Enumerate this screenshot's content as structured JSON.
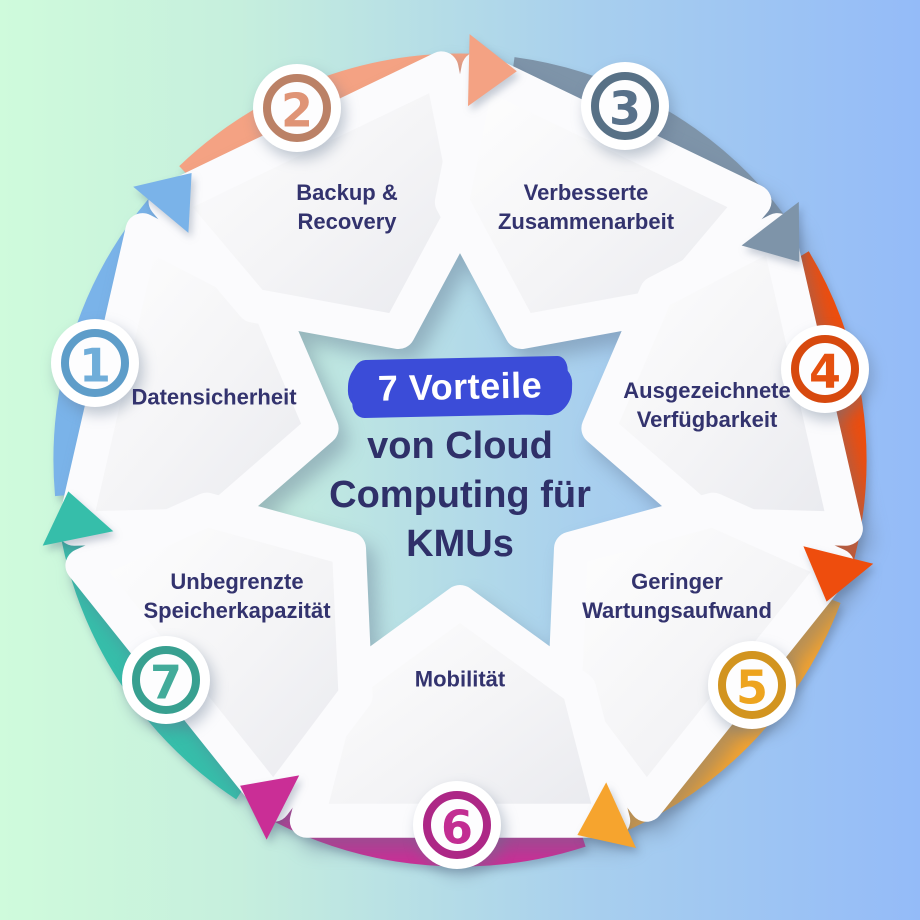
{
  "title": {
    "highlight": "7 Vorteile",
    "line1": "von Cloud",
    "line2": "Computing für",
    "line3": "KMUs",
    "highlight_bg": "#3b4cd8",
    "highlight_color": "#ffffff",
    "text_color": "#2f3069"
  },
  "background": {
    "left": "#cffbdc",
    "right": "#94bbf8"
  },
  "label_color": "#33336e",
  "petal_fill": "#ffffff",
  "petal_fill_shade": "#e8e9ee",
  "segments": [
    {
      "number": "1",
      "label": "Datensicherheit",
      "lines": [
        "Datensicherheit"
      ],
      "ring_color": "#5e9dc9",
      "number_color": "#6fadd9",
      "arrow_color": "#7ab3e9"
    },
    {
      "number": "2",
      "label": "Backup & Recovery",
      "lines": [
        "Backup &",
        "Recovery"
      ],
      "ring_color": "#bb8166",
      "number_color": "#df9476",
      "arrow_color": "#f4a283"
    },
    {
      "number": "3",
      "label": "Verbesserte Zusammenarbeit",
      "lines": [
        "Verbesserte",
        "Zusammenarbeit"
      ],
      "ring_color": "#587186",
      "number_color": "#58718a",
      "arrow_color": "#7e94a9"
    },
    {
      "number": "4",
      "label": "Ausgezeichnete Verfügbarkeit",
      "lines": [
        "Ausgezeichnete",
        "Verfügbarkeit"
      ],
      "ring_color": "#d7490e",
      "number_color": "#e5500f",
      "arrow_color": "#ee4d0d"
    },
    {
      "number": "5",
      "label": "Geringer Wartungsaufwand",
      "lines": [
        "Geringer",
        "Wartungsaufwand"
      ],
      "ring_color": "#d2941f",
      "number_color": "#eda41f",
      "arrow_color": "#f6a42e"
    },
    {
      "number": "6",
      "label": "Mobilität",
      "lines": [
        "Mobilität"
      ],
      "ring_color": "#ad2786",
      "number_color": "#c22d92",
      "arrow_color": "#ca2e96"
    },
    {
      "number": "7",
      "label": "Unbegrenzte Speicherkapazität",
      "lines": [
        "Unbegrenzte",
        "Speicherkapazität"
      ],
      "ring_color": "#38a090",
      "number_color": "#43ab9a",
      "arrow_color": "#36beaa"
    }
  ]
}
